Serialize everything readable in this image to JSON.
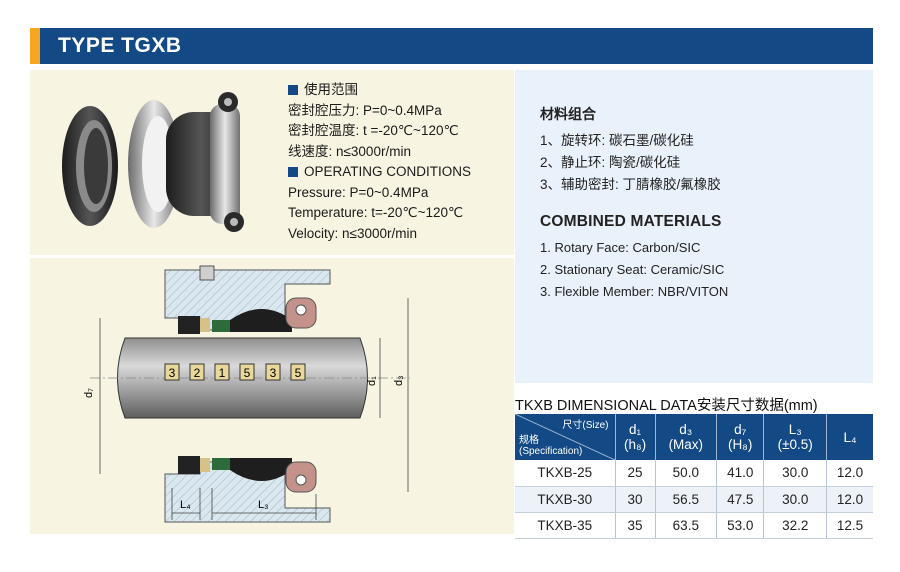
{
  "header": {
    "title": "TYPE TGXB"
  },
  "specs": {
    "cn_heading": "使用范围",
    "cn_lines": [
      "密封腔压力: P=0~0.4MPa",
      "密封腔温度: t =-20℃~120℃",
      "线速度: n≤3000r/min"
    ],
    "en_heading": "OPERATING CONDITIONS",
    "en_lines": [
      "Pressure: P=0~0.4MPa",
      "Temperature: t=-20℃~120℃",
      "Velocity: n≤3000r/min"
    ]
  },
  "materials": {
    "cn_title": "材料组合",
    "cn_items": [
      "1、旋转环: 碳石墨/碳化硅",
      "2、静止环: 陶瓷/碳化硅",
      "3、辅助密封: 丁腈橡胶/氟橡胶"
    ],
    "en_title": "COMBINED MATERIALS",
    "en_items": [
      "1. Rotary Face: Carbon/SIC",
      "2. Stationary Seat: Ceramic/SIC",
      "3. Flexible Member: NBR/VITON"
    ]
  },
  "diagram": {
    "part_numbers": [
      "3",
      "2",
      "1",
      "5",
      "3",
      "5"
    ],
    "labels": {
      "d7": "d₇",
      "d1": "d₁",
      "d3": "d₃",
      "L4": "L₄",
      "L3": "L₃"
    }
  },
  "dimensional": {
    "title": "TKXB DIMENSIONAL DATA安装尺寸数据(mm)",
    "corner_top": "尺寸(Size)",
    "corner_bottom_1": "规格",
    "corner_bottom_2": "(Specification)",
    "headers": [
      {
        "main": "d₁",
        "sub": "(h₈)"
      },
      {
        "main": "d₃",
        "sub": "(Max)"
      },
      {
        "main": "d₇",
        "sub": "(H₈)"
      },
      {
        "main": "L₃",
        "sub": "(±0.5)"
      },
      {
        "main": "L₄",
        "sub": ""
      }
    ],
    "rows": [
      [
        "TKXB-25",
        "25",
        "50.0",
        "41.0",
        "30.0",
        "12.0"
      ],
      [
        "TKXB-30",
        "30",
        "56.5",
        "47.5",
        "30.0",
        "12.0"
      ],
      [
        "TKXB-35",
        "35",
        "63.5",
        "53.0",
        "32.2",
        "12.5"
      ]
    ]
  },
  "colors": {
    "navy": "#134a86",
    "accent": "#f5a623",
    "cream": "#f8f4e2",
    "lightblue": "#e9f1fa"
  }
}
